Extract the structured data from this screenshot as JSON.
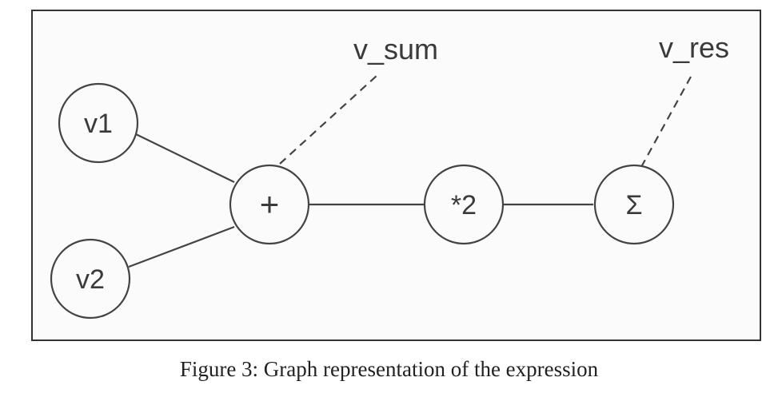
{
  "diagram": {
    "nodes": {
      "v1": "v1",
      "v2": "v2",
      "plus": "+",
      "times2": "*2",
      "sum": "Σ"
    },
    "annotations": {
      "v_sum": "v_sum",
      "v_res": "v_res"
    }
  },
  "caption": "Figure 3: Graph representation of the expression"
}
